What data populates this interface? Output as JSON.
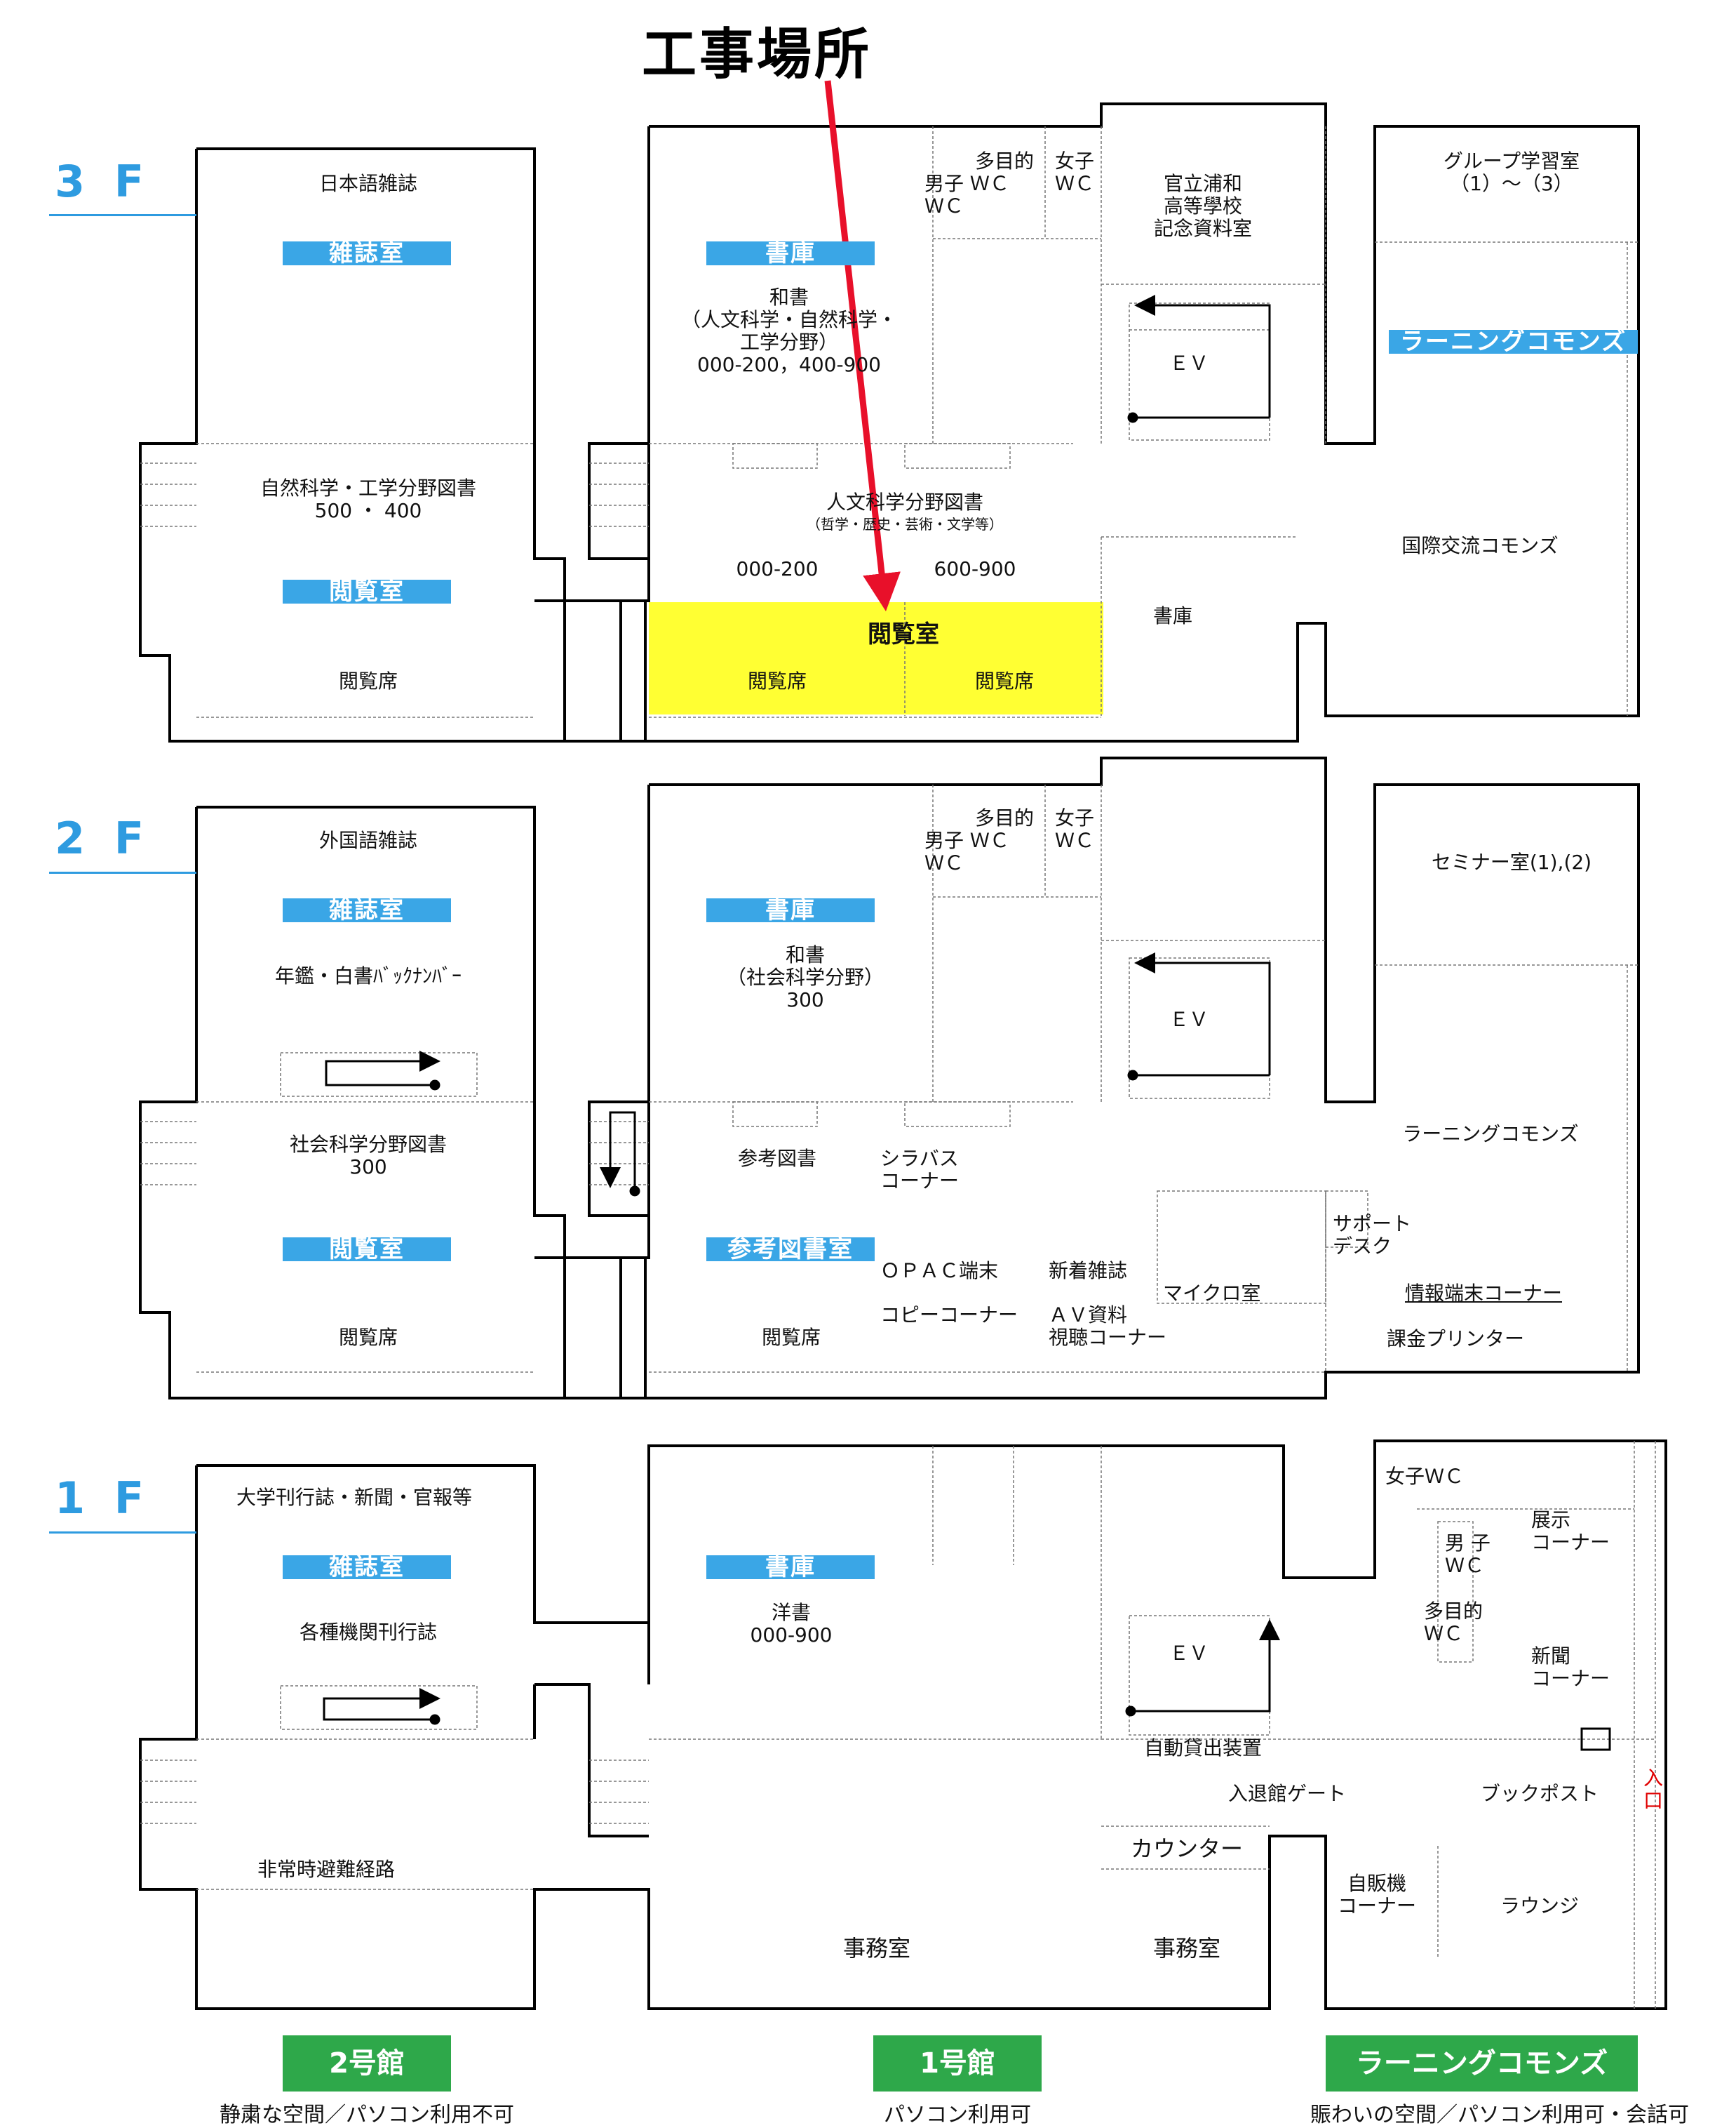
{
  "title": "工事場所",
  "floors": {
    "f3": {
      "label": "3 F",
      "magazine_label": "日本語雑誌",
      "magazine_room": "雑誌室",
      "stack_bar": "書庫",
      "washo": "和書\n（人文科学・自然科学・\n工学分野）\n000-200，400-900",
      "wc_multi": "多目的",
      "wc_male": "男子 ＷＣ\nＷＣ",
      "wc_female": "女子\nＷＣ",
      "memorial": "官立浦和\n高等學校\n記念資料室",
      "ev": "ＥＶ",
      "group_room": "グループ学習室\n（1）～（3）",
      "commons_bar": "ラーニングコモンズ",
      "sci_books": "自然科学・工学分野図書\n500 ・ 400",
      "reading_room_bar": "閲覧室",
      "seats_left": "閲覧席",
      "human_books": "人文科学分野図書",
      "human_books_sub": "（哲学・歴史・芸術・文学等）",
      "range_a": "000-200",
      "range_b": "600-900",
      "reading_room": "閲覧室",
      "seats_a": "閲覧席",
      "seats_b": "閲覧席",
      "stack": "書庫",
      "intl": "国際交流コモンズ"
    },
    "f2": {
      "label": "2 F",
      "magazine_label": "外国語雑誌",
      "magazine_room": "雑誌室",
      "yearbook": "年鑑・白書ﾊﾞｯｸﾅﾝﾊﾞｰ",
      "stack_bar": "書庫",
      "washo": "和書\n（社会科学分野）\n300",
      "wc_multi": "多目的",
      "wc_male": "男子 ＷＣ\nＷＣ",
      "wc_female": "女子\nＷＣ",
      "ev": "ＥＶ",
      "seminar": "セミナー室(1),(2)",
      "social_books": "社会科学分野図書\n300",
      "reading_room_bar": "閲覧室",
      "seats_left": "閲覧席",
      "reference_books": "参考図書",
      "syllabus": "シラバス\nコーナー",
      "reference_room_bar": "参考図書室",
      "opac": "ＯＰＡＣ端末",
      "new_mag": "新着雑誌",
      "copy": "コピーコーナー",
      "av": "ＡＶ資料\n視聴コーナー",
      "seats": "閲覧席",
      "micro": "マイクロ室",
      "support": "サポート\nデスク",
      "commons": "ラーニングコモンズ",
      "terminals": "情報端末コーナー",
      "printer": "課金プリンター"
    },
    "f1": {
      "label": "1 F",
      "magazine_label": "大学刊行誌・新聞・官報等",
      "magazine_room": "雑誌室",
      "inst_pub": "各種機関刊行誌",
      "evac": "非常時避難経路",
      "stack_bar": "書庫",
      "yosho": "洋書\n000-900",
      "ev": "ＥＶ",
      "auto_lend": "自動貸出装置",
      "gate": "入退館ゲート",
      "counter": "カウンター",
      "office_a": "事務室",
      "office_b": "事務室",
      "wc_female": "女子ＷＣ",
      "wc_male": "男 子\nＷＣ",
      "wc_multi": "多目的\nＷＣ",
      "exhibit": "展示\nコーナー",
      "newspaper": "新聞\nコーナー",
      "bookpost": "ブックポスト",
      "entrance": "入\n口",
      "vending": "自販機\nコーナー",
      "lounge": "ラウンジ"
    }
  },
  "legend": [
    {
      "badge": "2号館",
      "caption": "静粛な空間／パソコン利用不可"
    },
    {
      "badge": "1号館",
      "caption": "パソコン利用可"
    },
    {
      "badge": "ラーニングコモンズ",
      "caption": "賑わいの空間／パソコン利用可・会話可"
    }
  ],
  "colors": {
    "highlight": "#ffff33",
    "accent": "#3aa6e6",
    "arrow": "#e8102a",
    "badge": "#2ea84a"
  }
}
